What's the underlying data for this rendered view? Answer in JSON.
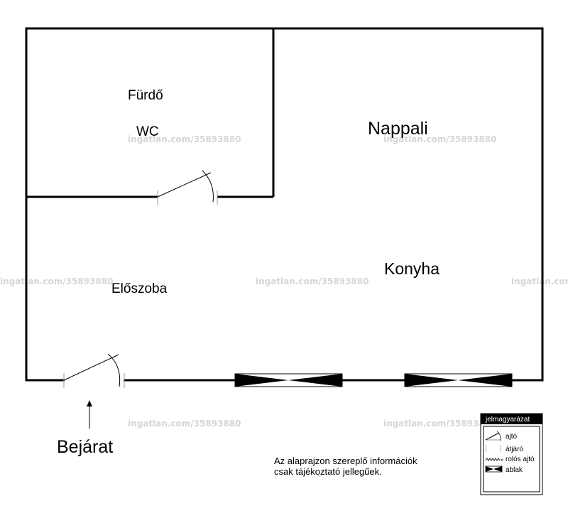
{
  "rooms": {
    "furdo": "Fürdő",
    "wc": "WC",
    "nappali": "Nappali",
    "konyha": "Konyha",
    "eloszoba": "Előszoba"
  },
  "entrance": {
    "label": "Bejárat"
  },
  "disclaimer": {
    "line1": "Az alaprajzon szereplő információk",
    "line2": "csak tájékoztató jellegűek."
  },
  "legend": {
    "title": "jelmagyarázat",
    "items": [
      {
        "symbol": "door-icon",
        "label": "ajtó"
      },
      {
        "symbol": "passage-icon",
        "label": "átjáró"
      },
      {
        "symbol": "roller-door-icon",
        "label": "rolós ajtó"
      },
      {
        "symbol": "window-icon",
        "label": "ablak"
      }
    ]
  },
  "watermark": "ingatlan.com/35893880",
  "colors": {
    "walls": "#000000",
    "watermark": "#d6d6d6",
    "legend_header": "#000000"
  }
}
